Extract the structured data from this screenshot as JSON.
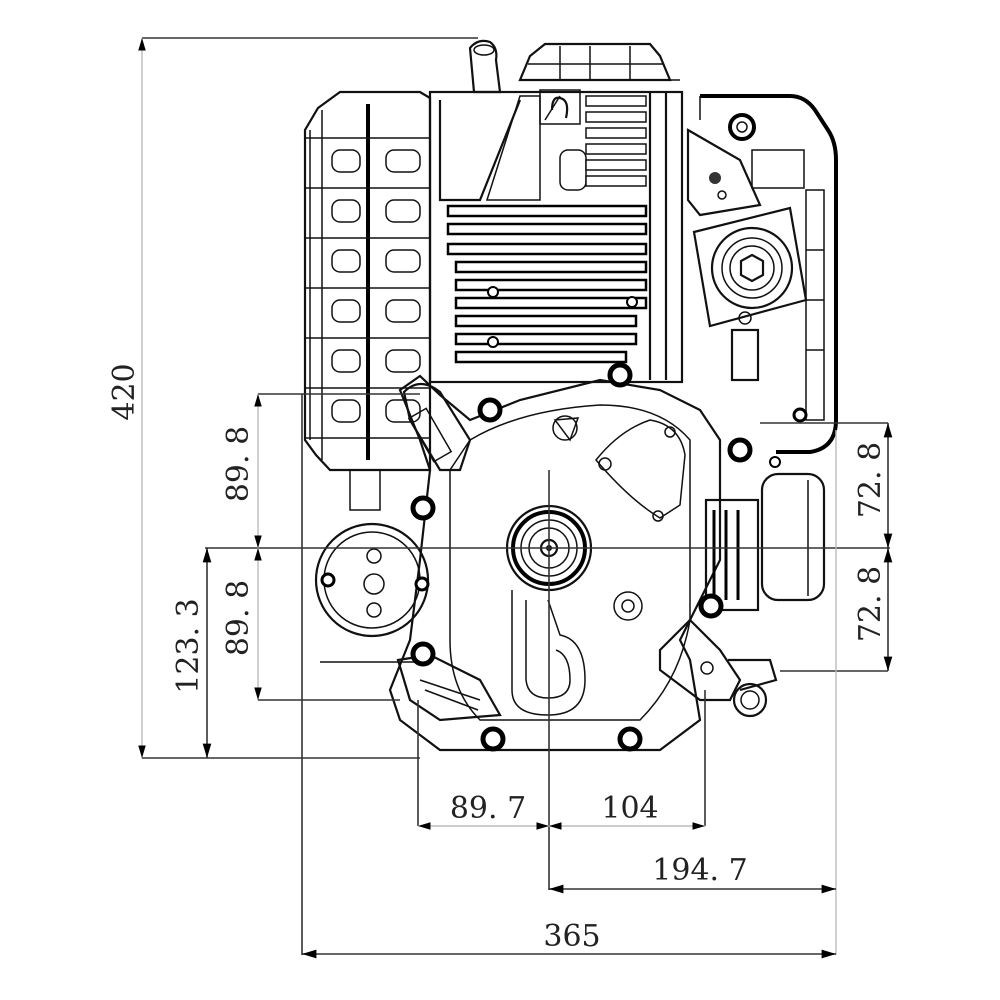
{
  "drawing": {
    "title": "Engine front view dimension drawing",
    "units": "mm",
    "colors": {
      "line": "#111111",
      "background": "#ffffff",
      "dimension_text": "#222222"
    }
  },
  "dimensions": {
    "overall_height": {
      "label": "420",
      "orientation": "vertical",
      "side": "left"
    },
    "mount_upper_left": {
      "label": "89. 8",
      "orientation": "vertical",
      "side": "left"
    },
    "mount_lower_left": {
      "label": "89. 8",
      "orientation": "vertical",
      "side": "left"
    },
    "shaft_to_base": {
      "label": "123. 3",
      "orientation": "vertical",
      "side": "left"
    },
    "mount_upper_right": {
      "label": "72. 8",
      "orientation": "vertical",
      "side": "right"
    },
    "mount_lower_right": {
      "label": "72. 8",
      "orientation": "vertical",
      "side": "right"
    },
    "bottom_left_offset": {
      "label": "89. 7",
      "orientation": "horizontal",
      "side": "bottom"
    },
    "bottom_right_offset": {
      "label": "104",
      "orientation": "horizontal",
      "side": "bottom"
    },
    "shaft_to_right_edge": {
      "label": "194. 7",
      "orientation": "horizontal",
      "side": "bottom"
    },
    "overall_width": {
      "label": "365",
      "orientation": "horizontal",
      "side": "bottom"
    }
  },
  "components": [
    {
      "name": "recoil-starter-cover",
      "icon": "finned-cover"
    },
    {
      "name": "fuel-tank-cap",
      "icon": "dome-cap"
    },
    {
      "name": "cylinder-cooling-fins",
      "icon": "fins"
    },
    {
      "name": "air-filter-housing",
      "icon": "rounded-box"
    },
    {
      "name": "carburetor",
      "icon": "hex-bolt-disc"
    },
    {
      "name": "crankcase",
      "icon": "housing"
    },
    {
      "name": "output-shaft",
      "icon": "concentric-circles"
    },
    {
      "name": "oil-drain",
      "icon": "u-loop"
    },
    {
      "name": "muffler",
      "icon": "muffler"
    },
    {
      "name": "mounting-bolts",
      "icon": "bolt-circles"
    }
  ]
}
